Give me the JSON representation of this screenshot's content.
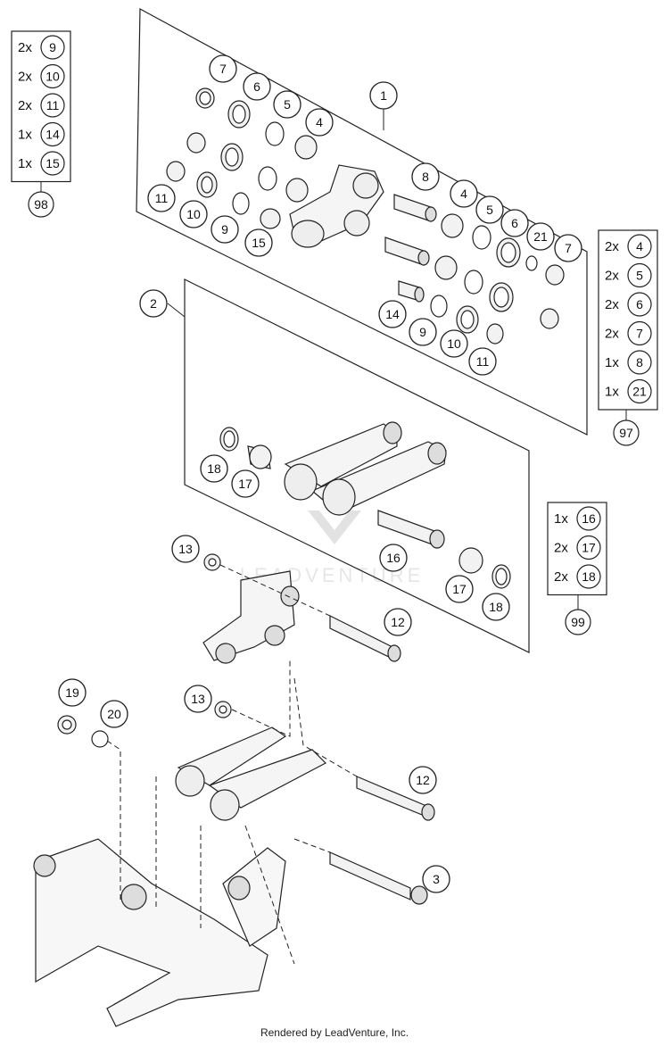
{
  "diagram": {
    "watermark": "LEADVENTURE",
    "footer": "Rendered by LeadVenture, Inc.",
    "kits": [
      {
        "id": "98",
        "items": [
          {
            "qty": "2x",
            "part": "9"
          },
          {
            "qty": "2x",
            "part": "10"
          },
          {
            "qty": "2x",
            "part": "11"
          },
          {
            "qty": "1x",
            "part": "14"
          },
          {
            "qty": "1x",
            "part": "15"
          }
        ]
      },
      {
        "id": "97",
        "items": [
          {
            "qty": "2x",
            "part": "4"
          },
          {
            "qty": "2x",
            "part": "5"
          },
          {
            "qty": "2x",
            "part": "6"
          },
          {
            "qty": "2x",
            "part": "7"
          },
          {
            "qty": "1x",
            "part": "8"
          },
          {
            "qty": "1x",
            "part": "21"
          }
        ]
      },
      {
        "id": "99",
        "items": [
          {
            "qty": "1x",
            "part": "16"
          },
          {
            "qty": "2x",
            "part": "17"
          },
          {
            "qty": "2x",
            "part": "18"
          }
        ]
      }
    ],
    "callouts": [
      "1",
      "2",
      "3",
      "4",
      "5",
      "6",
      "7",
      "8",
      "9",
      "10",
      "11",
      "12",
      "13",
      "14",
      "15",
      "16",
      "17",
      "18",
      "19",
      "20",
      "21",
      "7",
      "6",
      "5",
      "4",
      "11",
      "10",
      "9",
      "14",
      "10",
      "11",
      "18",
      "17",
      "16",
      "17",
      "18",
      "13",
      "12",
      "13",
      "19",
      "20",
      "12",
      "15"
    ]
  }
}
